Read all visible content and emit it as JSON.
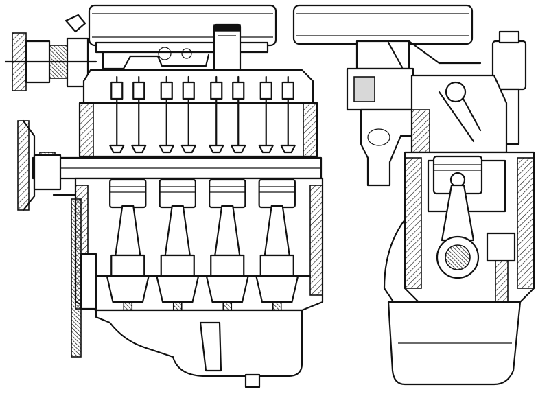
{
  "figure": {
    "views": [
      {
        "id": "longitudinal-section"
      },
      {
        "id": "transverse-section"
      }
    ],
    "cylinders": 4,
    "colors": {
      "ink": "#111111",
      "paper": "#ffffff",
      "shade": "#d8d8d8"
    }
  }
}
